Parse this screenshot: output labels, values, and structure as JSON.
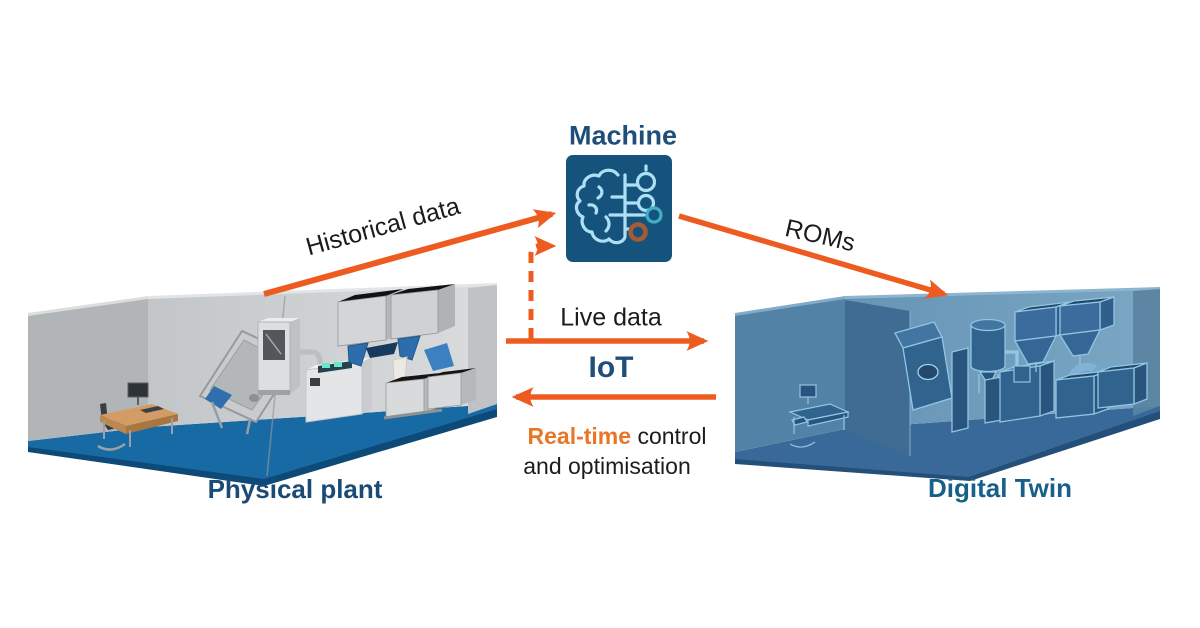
{
  "nodes": {
    "machine": {
      "label": "Machine"
    },
    "physical_plant": {
      "label": "Physical plant"
    },
    "digital_twin": {
      "label": "Digital Twin"
    }
  },
  "flows": {
    "historical": {
      "label": "Historical data"
    },
    "roms": {
      "label": "ROMs"
    },
    "live_data": {
      "label": "Live data"
    },
    "iot": {
      "label": "IoT"
    },
    "control": {
      "highlight": "Real-time",
      "rest": " control",
      "line2": "and optimisation"
    }
  },
  "icons": {
    "machine_learning": "brain-circuit-icon"
  },
  "colors": {
    "arrow_orange": "#ed5b21",
    "highlight_orange": "#e87624",
    "navy": "#1f4e79",
    "plant_label_blue": "#1b4a74",
    "twin_label_blue": "#166089",
    "text_black": "#1c1c1c",
    "icon_background": "#15537d",
    "icon_line_light": "#aee0f5",
    "icon_node_teal": "#3fb0c4",
    "icon_node_orange": "#a85b32",
    "plant_floor_blue": "#186aa5",
    "twin_tint_blue": "#5d8fb3"
  }
}
